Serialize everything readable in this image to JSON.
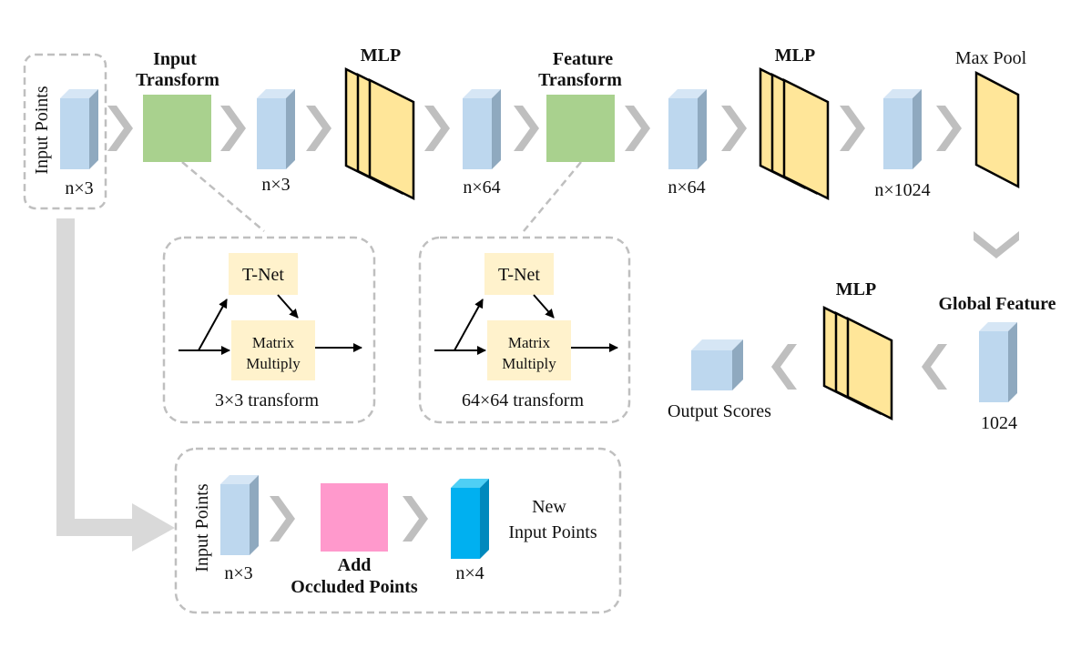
{
  "labels": {
    "input_points_top": "Input Points",
    "input_transform_line1": "Input",
    "input_transform_line2": "Transform",
    "mlp_1": "MLP",
    "feature_transform_line1": "Feature",
    "feature_transform_line2": "Transform",
    "mlp_2": "MLP",
    "max_pool": "Max Pool",
    "dim_input": "n×3",
    "dim_after_input_transform": "n×3",
    "dim_after_mlp1": "n×64",
    "dim_after_feature_transform": "n×64",
    "dim_after_mlp2": "n×1024",
    "tnet_1": "T-Net",
    "matrix_multiply_1_line1": "Matrix",
    "matrix_multiply_1_line2": "Multiply",
    "transform_3x3": "3×3 transform",
    "tnet_2": "T-Net",
    "matrix_multiply_2_line1": "Matrix",
    "matrix_multiply_2_line2": "Multiply",
    "transform_64x64": "64×64 transform",
    "global_feature": "Global Feature",
    "dim_global": "1024",
    "mlp_3": "MLP",
    "output_scores": "Output Scores",
    "input_points_bottom": "Input Points",
    "dim_bottom_input": "n×3",
    "add_occluded_line1": "Add",
    "add_occluded_line2": "Occluded Points",
    "dim_bottom_output": "n×4",
    "new_input_line1": "New",
    "new_input_line2": "Input Points"
  },
  "colors": {
    "point_block": "#bdd7ee",
    "point_block_side": "#8fa9bf",
    "point_block_top": "#d6e6f5",
    "transform_block": "#a9d18e",
    "mlp_layer": "#ffe699",
    "tnet_box": "#fff2cc",
    "occluded_block": "#ff99cc",
    "new_points_block": "#00b0f0",
    "new_points_side": "#0089bd",
    "new_points_top": "#4fcff5",
    "chevron": "#bfbfbf",
    "dashed_border": "#bfbfbf",
    "big_arrow": "#d9d9d9"
  }
}
